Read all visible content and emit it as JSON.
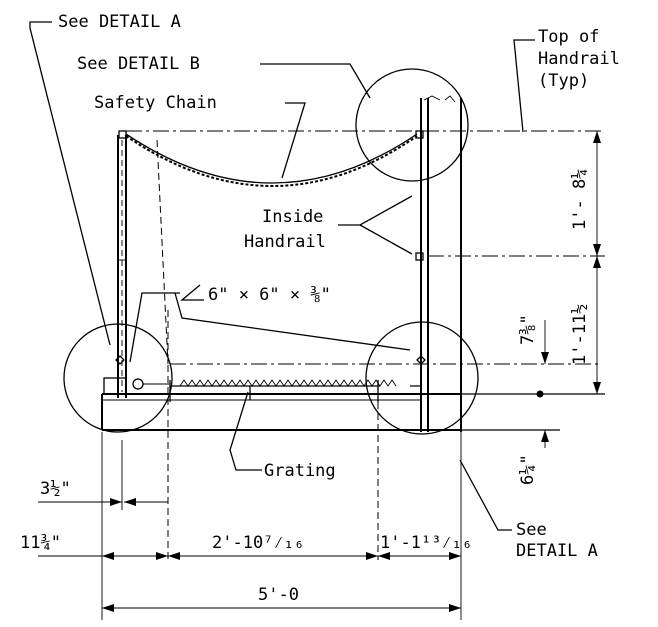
{
  "labels": {
    "see_detail_a_top": "See DETAIL A",
    "see_detail_b": "See DETAIL B",
    "safety_chain": "Safety Chain",
    "top_of_handrail_l1": "Top of",
    "top_of_handrail_l2": "Handrail",
    "top_of_handrail_l3": "(Typ)",
    "inside_handrail_l1": "Inside",
    "inside_handrail_l2": "Handrail",
    "angle_size": "6\" × 6\" × ⅜\"",
    "grating": "Grating",
    "see_l1": "See",
    "detail_a_bottom": "DETAIL A"
  },
  "dimensions": {
    "dim_1_8_quarter": "1'- 8¼",
    "dim_1_11_half": "1'-11½",
    "dim_7_3_8": "7⅜\"",
    "dim_6_quarter": "6¼\"",
    "dim_3_half": "3½\"",
    "dim_11_3_4": "11¾\"",
    "dim_2_10_7_16": "2'-10⁷⁄₁₆",
    "dim_1_1_13_16": "1'-1¹³⁄₁₆",
    "dim_5_0": "5'-0"
  }
}
